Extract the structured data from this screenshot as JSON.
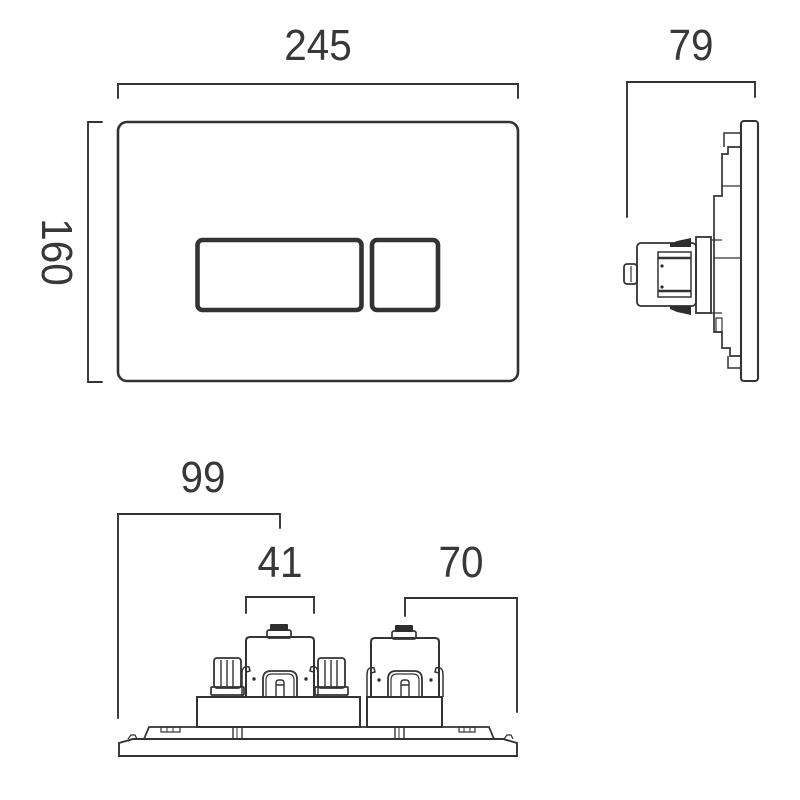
{
  "drawing": {
    "kind": "technical-dimension-drawing",
    "subject": "dual-flush actuator plate, three orthographic views",
    "colors": {
      "line": "#333333",
      "dark_fill": "#2e2e2e",
      "background": "#ffffff",
      "label_text": "#383838"
    },
    "views": {
      "front": {
        "width_label": "245",
        "height_label": "160"
      },
      "side": {
        "depth_label": "79"
      },
      "bottom": {
        "left_offset_label": "99",
        "button_width_label": "41",
        "right_offset_label": "70"
      }
    }
  }
}
